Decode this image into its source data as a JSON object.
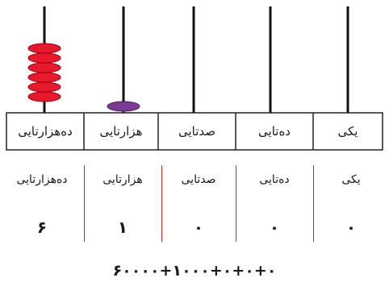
{
  "abacus": {
    "columns": [
      {
        "label": "ده‌هزارتایی",
        "beads": 6
      },
      {
        "label": "هزارتایی",
        "beads": 1
      },
      {
        "label": "صدتایی",
        "beads": 0
      },
      {
        "label": "ده‌تایی",
        "beads": 0
      },
      {
        "label": "یکی",
        "beads": 0
      }
    ],
    "bead_colors": {
      "ten_thousands": "#e8192c",
      "thousands": "#7b3a96"
    }
  },
  "place_value_table": {
    "labels": [
      "ده‌هزارتایی",
      "هزارتایی",
      "صدتایی",
      "ده‌تایی",
      "یکی"
    ],
    "digits": [
      "۶",
      "۱",
      "۰",
      "۰",
      "۰"
    ]
  },
  "expanded_form": "۶۰۰۰۰+۱۰۰۰+۰+۰+۰"
}
